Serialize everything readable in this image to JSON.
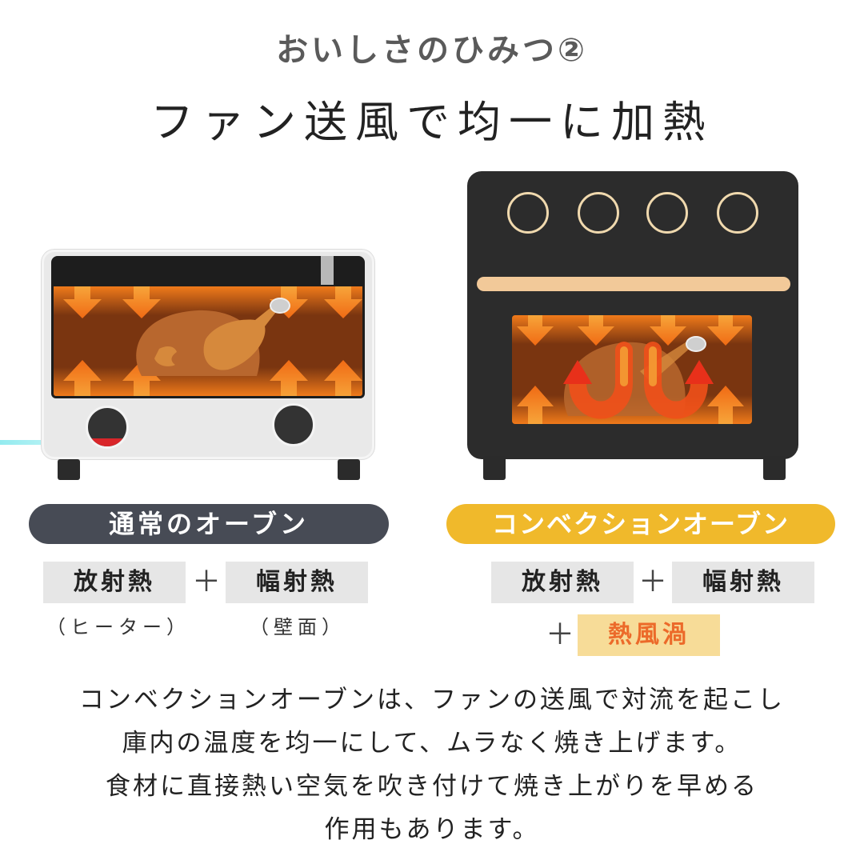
{
  "header": {
    "subtitle": "おいしさのひみつ②",
    "title": "ファン送風で均一に加熱"
  },
  "illustrations": {
    "normal_oven": {
      "icon": "toaster-oven-icon",
      "contents": "roast-chicken",
      "heat_arrows": "down-and-up",
      "colors": {
        "body": "#e9e9e9",
        "window": "#7a3510",
        "glow": "#f07a1a",
        "knob": "#333333",
        "knob_indicator": "#d9262a"
      }
    },
    "convection_oven": {
      "icon": "convection-oven-icon",
      "contents": "roast-chicken",
      "heat_arrows": "down-up-and-circulating",
      "dials": 4,
      "colors": {
        "body": "#2c2c2c",
        "dial_ring": "#f0d9ae",
        "bar": "#f2c999",
        "window": "#7a3510",
        "swirl": "#e8401a"
      }
    }
  },
  "normal": {
    "label": "通常のオーブン",
    "color": "#474b55",
    "terms": [
      {
        "label": "放射熱",
        "note": "（ヒーター）"
      },
      {
        "label": "幅射熱",
        "note": "（壁面）"
      }
    ],
    "plus": "＋"
  },
  "convection": {
    "label": "コンベクションオーブン",
    "color": "#f0b92b",
    "terms": [
      {
        "label": "放射熱"
      },
      {
        "label": "幅射熱"
      },
      {
        "label": "熱風渦",
        "highlight": true,
        "color": "#ec6a2a",
        "background": "#f7dc98"
      }
    ],
    "plus": "＋"
  },
  "description": {
    "lines": [
      "コンベクションオーブンは、ファンの送風で対流を起こし",
      "庫内の温度を均一にして、ムラなく焼き上げます。",
      "食材に直接熱い空気を吹き付けて焼き上がりを早める",
      "作用もあります。"
    ]
  }
}
